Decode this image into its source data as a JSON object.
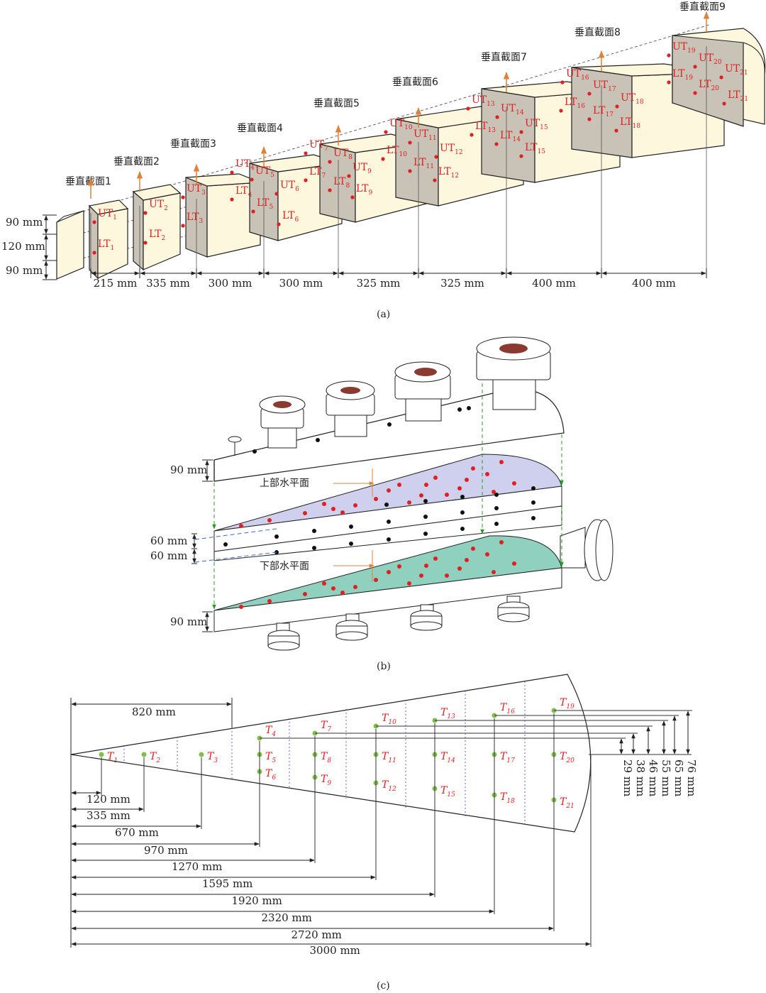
{
  "panel_a": {
    "caption": "(a)",
    "sections": [
      "垂直截面1",
      "垂直截面2",
      "垂直截面3",
      "垂直截面4",
      "垂直截面5",
      "垂直截面6",
      "垂直截面7",
      "垂直截面8",
      "垂直截面9"
    ],
    "heights": [
      "90 mm",
      "120 mm",
      "90 mm"
    ],
    "spacings": [
      "215 mm",
      "335 mm",
      "300 mm",
      "300 mm",
      "325 mm",
      "325 mm",
      "400 mm",
      "400 mm"
    ],
    "upper_points": [
      "UT1",
      "UT2",
      "UT3",
      "UT4",
      "UT5",
      "UT6",
      "UT7",
      "UT8",
      "UT9",
      "UT10",
      "UT11",
      "UT12",
      "UT13",
      "UT14",
      "UT15",
      "UT16",
      "UT17",
      "UT18",
      "UT19",
      "UT20",
      "UT21"
    ],
    "lower_points": [
      "LT1",
      "LT2",
      "LT3",
      "LT4",
      "LT5",
      "LT6",
      "LT7",
      "LT8",
      "LT9",
      "LT10",
      "LT11",
      "LT12",
      "LT13",
      "LT14",
      "LT15",
      "LT16",
      "LT17",
      "LT18",
      "LT19",
      "LT20",
      "LT21"
    ]
  },
  "panel_b": {
    "caption": "(b)",
    "upper_plane": "上部水平面",
    "lower_plane": "下部水平面",
    "dims": [
      "90 mm",
      "60 mm",
      "60 mm",
      "90 mm"
    ]
  },
  "panel_c": {
    "caption": "(c)",
    "top_dim": "820 mm",
    "points": [
      "T1",
      "T2",
      "T3",
      "T4",
      "T5",
      "T6",
      "T7",
      "T8",
      "T9",
      "T10",
      "T11",
      "T12",
      "T13",
      "T14",
      "T15",
      "T16",
      "T17",
      "T18",
      "T19",
      "T20",
      "T21"
    ],
    "lengths": [
      "120 mm",
      "335 mm",
      "670 mm",
      "970 mm",
      "1270 mm",
      "1595 mm",
      "1920 mm",
      "2320 mm",
      "2720 mm",
      "3000 mm"
    ],
    "offsets": [
      "29 mm",
      "38 mm",
      "46 mm",
      "55 mm",
      "65 mm",
      "76 mm"
    ]
  },
  "colors": {
    "block_face": "#fdf7de",
    "block_side": "#c9c2b6",
    "upper_fill": "#cfd0ee",
    "lower_fill": "#8fd0bf",
    "marker": "#e02020",
    "green": "#7fbf4a",
    "arrow": "#e0803a"
  }
}
